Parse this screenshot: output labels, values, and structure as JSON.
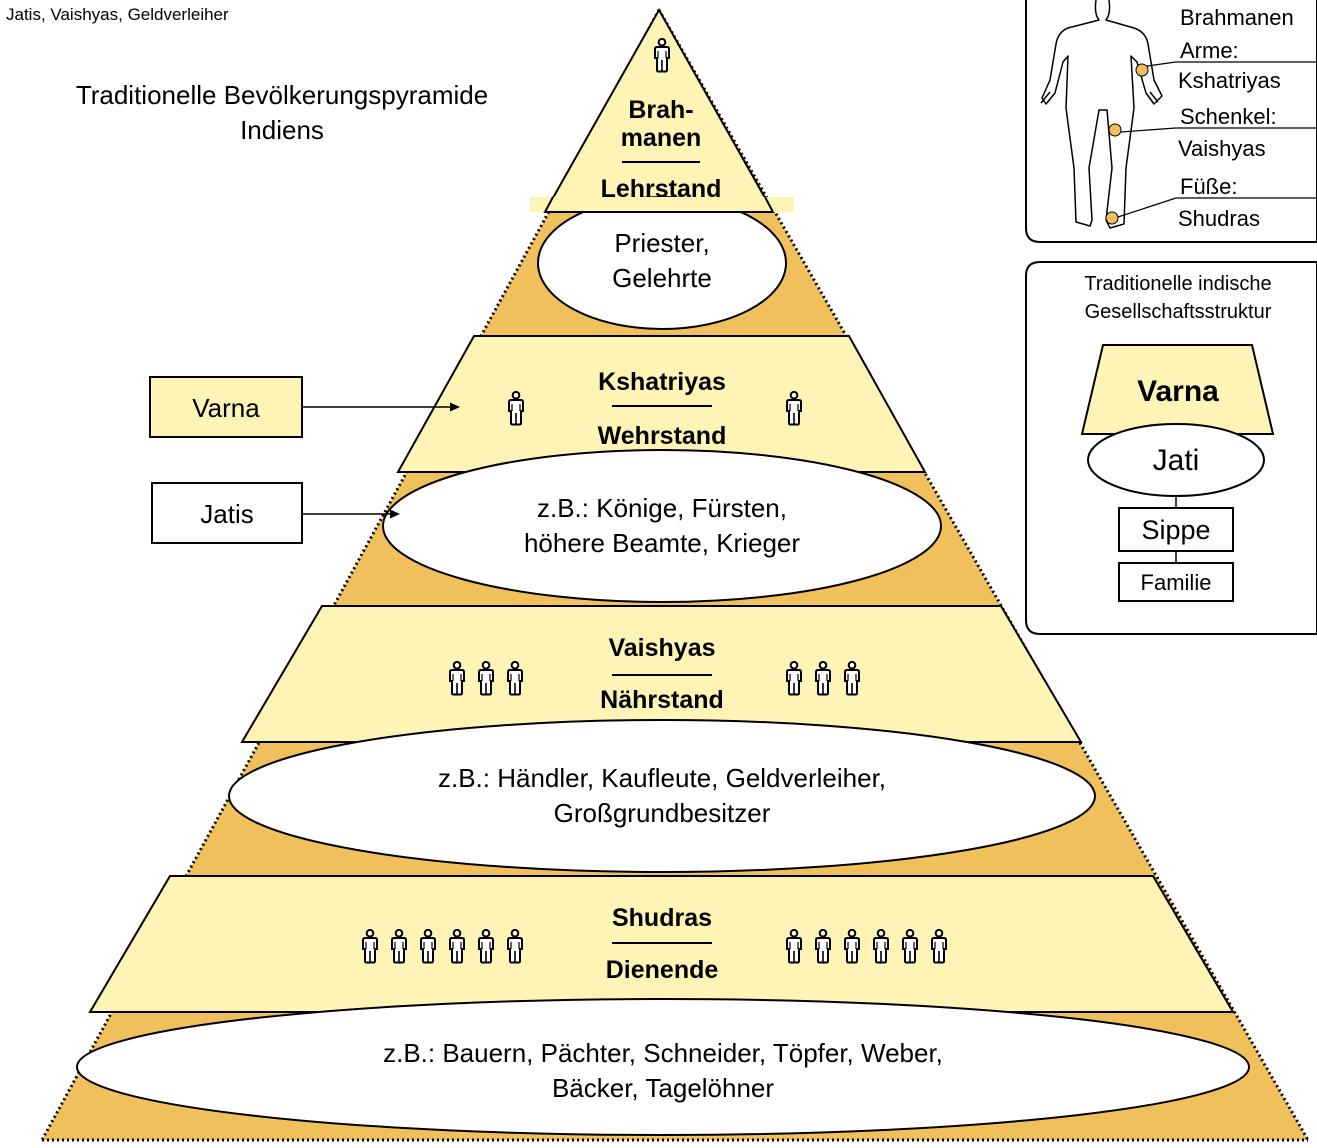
{
  "caption": "Jatis, Vaishyas, Geldverleiher",
  "title": {
    "line1": "Traditionelle Bevölkerungspyramide",
    "line2": "Indiens"
  },
  "pyramid": {
    "brahmanen": {
      "name1": "Brah-",
      "name2": "manen",
      "stand": "Lehrstand",
      "examples1": "Priester,",
      "examples2": "Gelehrte"
    },
    "kshatriyas": {
      "name": "Kshatriyas",
      "stand": "Wehrstand",
      "examples1": "z.B.: Könige, Fürsten,",
      "examples2": "höhere Beamte, Krieger"
    },
    "vaishyas": {
      "name": "Vaishyas",
      "stand": "Nährstand",
      "examples1": "z.B.: Händler, Kaufleute, Geldverleiher,",
      "examples2": "Großgrundbesitzer"
    },
    "shudras": {
      "name": "Shudras",
      "stand": "Dienende",
      "examples1": "z.B.: Bauern, Pächter, Schneider, Töpfer, Weber,",
      "examples2": "Bäcker, Tagelöhner"
    }
  },
  "callouts": {
    "varna": "Varna",
    "jatis": "Jatis"
  },
  "body_panel": {
    "head_label": "Brahmanen",
    "arms_label": "Arme:",
    "arms_value": "Kshatriyas",
    "thigh_label": "Schenkel:",
    "thigh_value": "Vaishyas",
    "feet_label": "Füße:",
    "feet_value": "Shudras"
  },
  "structure_panel": {
    "title1": "Traditionelle indische",
    "title2": "Gesellschaftsstruktur",
    "varna": "Varna",
    "jati": "Jati",
    "sippe": "Sippe",
    "familie": "Familie"
  },
  "colors": {
    "band_fill": "#fdf4b5",
    "gap_fill": "#f0c05c",
    "outline": "#000000"
  }
}
